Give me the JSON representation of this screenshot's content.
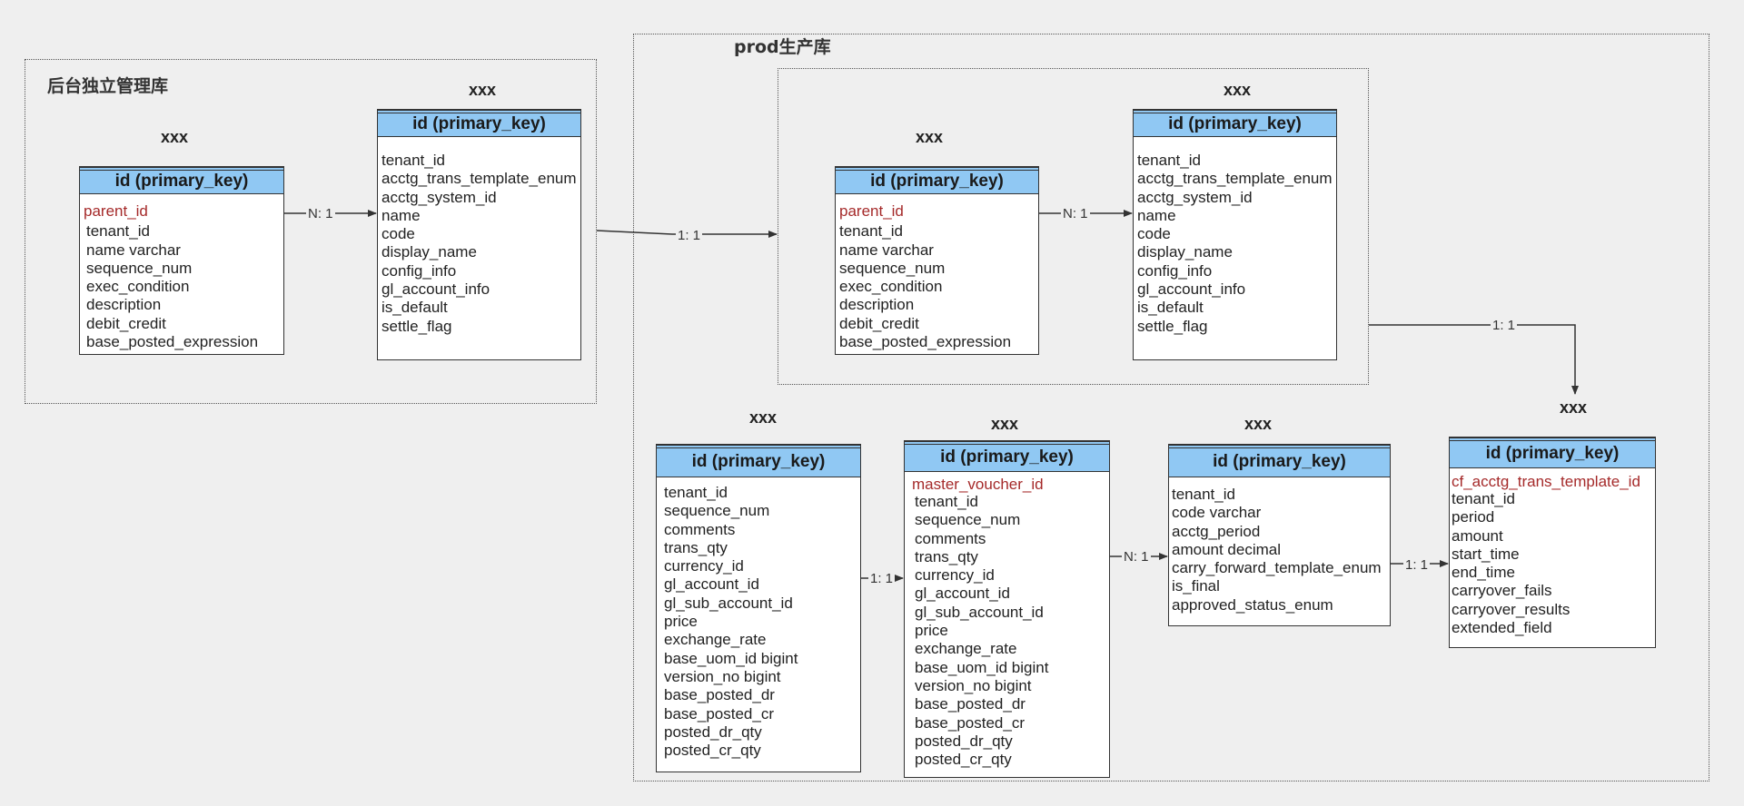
{
  "groups": {
    "backend": {
      "title": "后台独立管理库"
    },
    "prod": {
      "title": "prod生产库"
    }
  },
  "entities": {
    "backend_detail": {
      "caption": "xxx",
      "header": "id (primary_key)",
      "fields": [
        "parent_id",
        "tenant_id",
        "name varchar",
        "sequence_num",
        "exec_condition",
        "description",
        "debit_credit",
        "base_posted_expression"
      ],
      "fk_fields": [
        "parent_id"
      ]
    },
    "backend_template": {
      "caption": "xxx",
      "header": "id (primary_key)",
      "fields": [
        "tenant_id",
        "acctg_trans_template_enum",
        "acctg_system_id",
        "name",
        "code",
        "display_name",
        "config_info",
        "gl_account_info",
        "is_default",
        "settle_flag"
      ]
    },
    "prod_detail": {
      "caption": "xxx",
      "header": "id (primary_key)",
      "fields": [
        "parent_id",
        "tenant_id",
        "name varchar",
        "sequence_num",
        "exec_condition",
        "description",
        "debit_credit",
        "base_posted_expression"
      ],
      "fk_fields": [
        "parent_id"
      ]
    },
    "prod_template": {
      "caption": "xxx",
      "header": "id (primary_key)",
      "fields": [
        "tenant_id",
        "acctg_trans_template_enum",
        "acctg_system_id",
        "name",
        "code",
        "display_name",
        "config_info",
        "gl_account_info",
        "is_default",
        "settle_flag"
      ]
    },
    "voucher_line": {
      "caption": "xxx",
      "header": "id (primary_key)",
      "fields": [
        "tenant_id",
        "sequence_num",
        "comments",
        "trans_qty",
        "currency_id",
        "gl_account_id",
        "gl_sub_account_id",
        "price",
        "exchange_rate",
        "base_uom_id bigint",
        "version_no bigint",
        "base_posted_dr",
        "base_posted_cr",
        "posted_dr_qty",
        "posted_cr_qty"
      ]
    },
    "voucher_detail": {
      "caption": "xxx",
      "header": "id (primary_key)",
      "fields": [
        "master_voucher_id",
        "tenant_id",
        "sequence_num",
        "comments",
        "trans_qty",
        "currency_id",
        "gl_account_id",
        "gl_sub_account_id",
        "price",
        "exchange_rate",
        "base_uom_id bigint",
        "version_no bigint",
        "base_posted_dr",
        "base_posted_cr",
        "posted_dr_qty",
        "posted_cr_qty"
      ],
      "fk_fields": [
        "master_voucher_id"
      ]
    },
    "master_voucher": {
      "caption": "xxx",
      "header": "id (primary_key)",
      "fields": [
        "tenant_id",
        "code varchar",
        "acctg_period",
        "amount decimal",
        "carry_forward_template_enum",
        "is_final",
        "approved_status_enum"
      ]
    },
    "carryover_record": {
      "caption": "xxx",
      "header": "id (primary_key)",
      "fields": [
        "cf_acctg_trans_template_id",
        "tenant_id",
        "period",
        "amount",
        "start_time",
        "end_time",
        "carryover_fails",
        "carryover_results",
        "extended_field"
      ],
      "fk_fields": [
        "cf_acctg_trans_template_id"
      ]
    }
  },
  "relations": {
    "backend_detail_to_template": "N: 1",
    "backend_to_prod": "1: 1",
    "prod_detail_to_template": "N: 1",
    "prod_group_to_carryover": "1: 1",
    "line_to_detail": "1: 1",
    "detail_to_master": "N: 1",
    "master_to_carryover": "1: 1"
  }
}
